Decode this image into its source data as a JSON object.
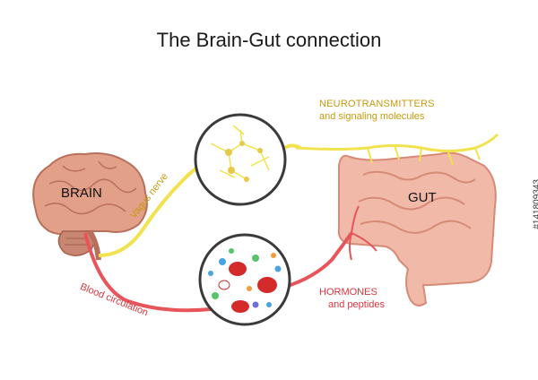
{
  "title": "The Brain-Gut connection",
  "labels": {
    "brain": "BRAIN",
    "gut": "GUT",
    "vagus_nerve": "Vagus nerve",
    "blood_circulation": "Blood circulation",
    "neurotransmitters_title": "NEUROTRANSMITTERS",
    "neurotransmitters_sub": "and signaling molecules",
    "hormones_title": "HORMONES",
    "hormones_sub": "and peptides"
  },
  "stock_id": "#141809343",
  "colors": {
    "nerve": "#f2e24d",
    "blood": "#e7555b",
    "neuro_text": "#c59a0e",
    "hormone_text": "#d9363e",
    "brain": "#e3a089",
    "gut": "#f1b9a7"
  }
}
